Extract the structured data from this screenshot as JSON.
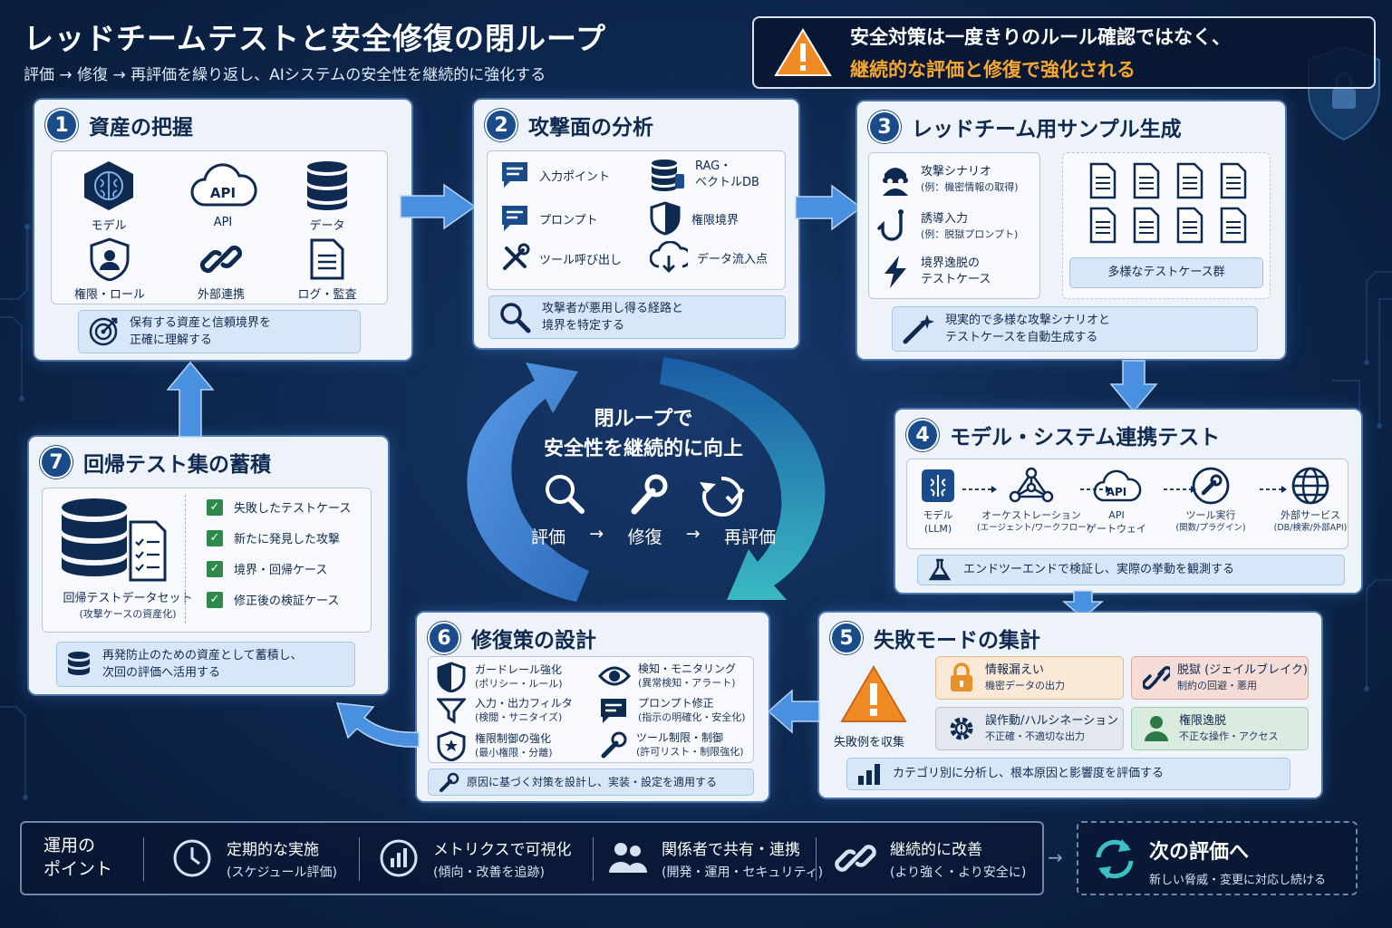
{
  "header": {
    "title": "レッドチームテストと安全修復の閉ループ",
    "subtitle": "評価 → 修復 → 再評価を繰り返し、AIシステムの安全性を継続的に強化する"
  },
  "warning": {
    "line1": "安全対策は一度きりのルール確認ではなく、",
    "line2": "継続的な評価と修復で強化される"
  },
  "step1": {
    "num": "1",
    "title": "資産の把握",
    "items": [
      "モデル",
      "API",
      "データ",
      "権限・ロール",
      "外部連携",
      "ログ・監査"
    ],
    "api_icon_text": "API",
    "note": [
      "保有する資産と信頼境界を",
      "正確に理解する"
    ]
  },
  "step2": {
    "num": "2",
    "title": "攻撃面の分析",
    "items": [
      "入力ポイント",
      "RAG・",
      "ベクトルDB",
      "プロンプト",
      "権限境界",
      "ツール呼び出し",
      "データ流入点"
    ],
    "note": [
      "攻撃者が悪用し得る経路と",
      "境界を特定する"
    ]
  },
  "step3": {
    "num": "3",
    "title": "レッドチーム用サンプル生成",
    "items": [
      {
        "t": "攻撃シナリオ",
        "s": "(例：機密情報の取得)"
      },
      {
        "t": "誘導入力",
        "s": "(例：脱獄プロンプト)"
      },
      {
        "t": "境界逸脱の",
        "s": "テストケース"
      }
    ],
    "docs_label": "多様なテストケース群",
    "note": [
      "現実的で多様な攻撃シナリオと",
      "テストケースを自動生成する"
    ]
  },
  "step4": {
    "num": "4",
    "title": "モデル・システム連携テスト",
    "nodes": [
      {
        "t": "モデル",
        "s": "(LLM)"
      },
      {
        "t": "オーケストレーション",
        "s": "(エージェント/ワークフロー)"
      },
      {
        "t": "API",
        "s": "ゲートウェイ"
      },
      {
        "t": "ツール実行",
        "s": "(関数/プラグイン)"
      },
      {
        "t": "外部サービス",
        "s": "(DB/検索/外部API)"
      }
    ],
    "api_icon_text": "API",
    "note": "エンドツーエンドで検証し、実際の挙動を観測する"
  },
  "step5": {
    "num": "5",
    "title": "失敗モードの集計",
    "collect": "失敗例を収集",
    "tags": [
      {
        "t": "情報漏えい",
        "s": "機密データの出力"
      },
      {
        "t": "脱獄 (ジェイルブレイク)",
        "s": "制約の回避・悪用"
      },
      {
        "t": "誤作動/ハルシネーション",
        "s": "不正確・不適切な出力"
      },
      {
        "t": "権限逸脱",
        "s": "不正な操作・アクセス"
      }
    ],
    "note": "カテゴリ別に分析し、根本原因と影響度を評価する"
  },
  "step6": {
    "num": "6",
    "title": "修復策の設計",
    "items": [
      {
        "t": "ガードレール強化",
        "s": "(ポリシー・ルール)"
      },
      {
        "t": "検知・モニタリング",
        "s": "(異常検知・アラート)"
      },
      {
        "t": "入力・出力フィルタ",
        "s": "(検閲・サニタイズ)"
      },
      {
        "t": "プロンプト修正",
        "s": "(指示の明確化・安全化)"
      },
      {
        "t": "権限制御の強化",
        "s": "(最小権限・分離)"
      },
      {
        "t": "ツール制限・制御",
        "s": "(許可リスト・制限強化)"
      }
    ],
    "note": "原因に基づく対策を設計し、実装・設定を適用する"
  },
  "step7": {
    "num": "7",
    "title": "回帰テスト集の蓄積",
    "db_label": [
      "回帰テストデータセット",
      "(攻撃ケースの資産化)"
    ],
    "checks": [
      "失敗したテストケース",
      "新たに発見した攻撃",
      "境界・回帰ケース",
      "修正後の検証ケース"
    ],
    "note": [
      "再発防止のための資産として蓄積し、",
      "次回の評価へ活用する"
    ]
  },
  "center": {
    "line1": "閉ループで",
    "line2": "安全性を継続的に向上",
    "flow": [
      "評価",
      "→",
      "修復",
      "→",
      "再評価"
    ]
  },
  "footer": {
    "heading": [
      "運用の",
      "ポイント"
    ],
    "items": [
      {
        "t": "定期的な実施",
        "s": "(スケジュール評価)"
      },
      {
        "t": "メトリクスで可視化",
        "s": "(傾向・改善を追跡)"
      },
      {
        "t": "関係者で共有・連携",
        "s": "(開発・運用・セキュリティ)"
      },
      {
        "t": "継続的に改善",
        "s": "(より強く・より安全に)"
      }
    ],
    "arrow": "→",
    "next_title": "次の評価へ",
    "next_sub": "新しい脅威・変更に対応し続ける"
  },
  "colors": {
    "accent": "#1a4c8c",
    "warning": "#f7a72e",
    "loop_blue": "#4a90e0",
    "loop_teal": "#3cc0c8",
    "check_green": "#2e8a4a"
  }
}
